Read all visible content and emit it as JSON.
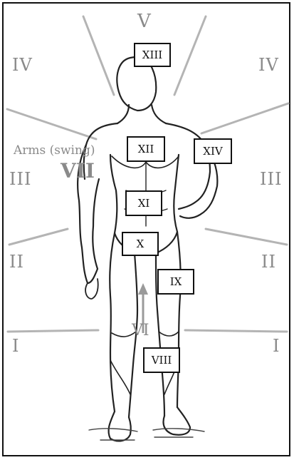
{
  "top_label": "V",
  "left_labels": [
    "IV",
    "III",
    "II",
    "I"
  ],
  "right_labels": [
    "IV",
    "III",
    "II",
    "I"
  ],
  "arms_label": "Arms (swing)",
  "arms_numeral": "VII",
  "arrow_label": "VI",
  "zones": {
    "head": "XIII",
    "chest": "XII",
    "arm": "XIV",
    "abdomen": "XI",
    "groin": "X",
    "thigh": "IX",
    "lower_leg": "VIII"
  }
}
